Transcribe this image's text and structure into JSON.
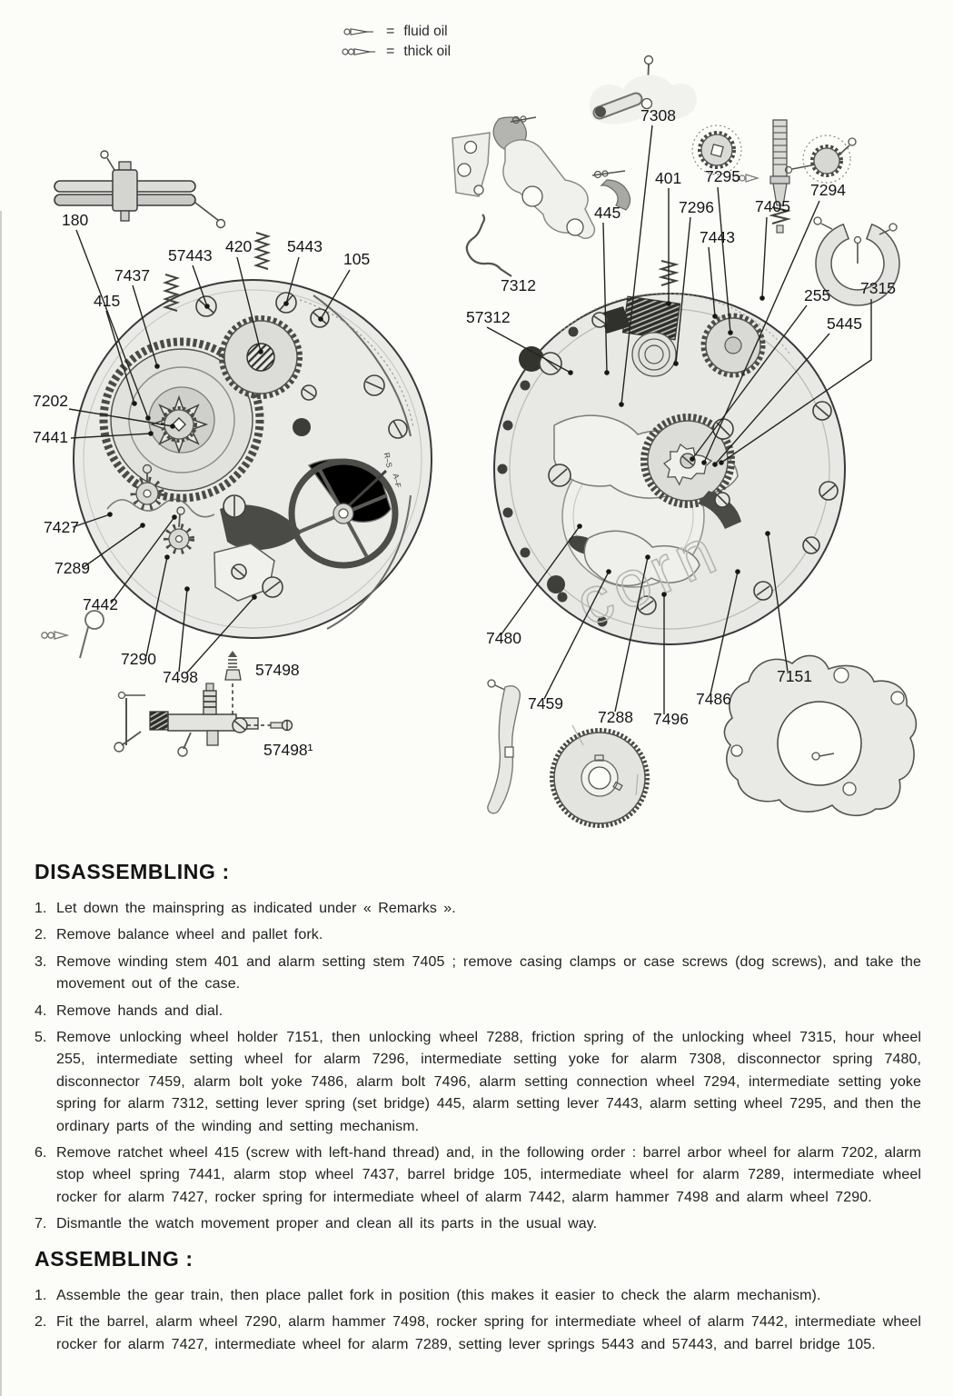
{
  "legend": {
    "items": [
      {
        "icon": "fluid-oil-symbol",
        "eq": "=",
        "label": "fluid oil"
      },
      {
        "icon": "thick-oil-symbol",
        "eq": "=",
        "label": "thick oil"
      }
    ]
  },
  "watermark": "corn",
  "diagram_left": {
    "labels": [
      "180",
      "57443",
      "420",
      "5443",
      "105",
      "7437",
      "415",
      "7202",
      "7441",
      "7427",
      "7289",
      "7442",
      "7290",
      "7498",
      "57498",
      "57498¹"
    ],
    "regulator_marks": [
      "R–S",
      "A–F"
    ]
  },
  "diagram_right": {
    "labels": [
      "7308",
      "401",
      "7296",
      "7443",
      "445",
      "7295",
      "7405",
      "7294",
      "255",
      "5445",
      "7315",
      "57312",
      "7312",
      "7480",
      "7459",
      "7288",
      "7496",
      "7486",
      "7151"
    ]
  },
  "sections": {
    "disassembling": {
      "title": "DISASSEMBLING :",
      "items": [
        {
          "num": "1.",
          "text": "Let down the mainspring as indicated under « Remarks »."
        },
        {
          "num": "2.",
          "text": "Remove balance wheel and pallet fork."
        },
        {
          "num": "3.",
          "text": "Remove winding stem 401 and alarm setting stem 7405 ; remove casing clamps or case screws (dog screws), and take the movement out of the case."
        },
        {
          "num": "4.",
          "text": "Remove hands and dial."
        },
        {
          "num": "5.",
          "text": "Remove unlocking wheel holder 7151, then unlocking wheel 7288, friction spring of the unlocking wheel 7315, hour wheel 255, intermediate setting wheel for alarm 7296, intermediate setting yoke for alarm 7308, disconnector spring 7480, disconnector 7459, alarm bolt yoke 7486, alarm bolt 7496, alarm setting connection wheel 7294, intermediate setting yoke spring for alarm 7312, setting lever spring (set bridge) 445, alarm setting lever 7443, alarm setting wheel 7295, and then the ordinary parts of the winding and setting mechanism."
        },
        {
          "num": "6.",
          "text": "Remove ratchet wheel 415 (screw with left-hand thread) and, in the following order :  barrel arbor wheel for alarm 7202, alarm stop wheel spring 7441, alarm stop wheel 7437, barrel bridge 105, intermediate wheel for alarm 7289, intermediate wheel rocker for alarm 7427, rocker spring for intermediate wheel of alarm 7442, alarm hammer 7498 and alarm wheel 7290."
        },
        {
          "num": "7.",
          "text": "Dismantle the watch movement proper and clean all its parts in the usual way."
        }
      ]
    },
    "assembling": {
      "title": "ASSEMBLING :",
      "items": [
        {
          "num": "1.",
          "text": "Assemble the gear train, then place pallet fork in position (this makes it easier to check the alarm mechanism)."
        },
        {
          "num": "2.",
          "text": "Fit the barrel, alarm wheel 7290, alarm hammer 7498, rocker spring for intermediate wheel of alarm 7442, intermediate wheel rocker for alarm 7427, intermediate wheel for alarm 7289, setting lever springs 5443 and 57443, and barrel bridge 105."
        }
      ]
    }
  }
}
